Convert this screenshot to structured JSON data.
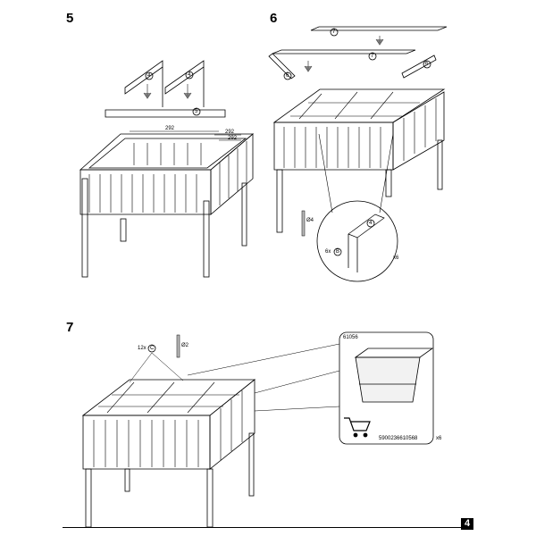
{
  "steps": {
    "s5": "5",
    "s6": "6",
    "s7": "7"
  },
  "step5": {
    "part_d_left": "4",
    "part_d_right": "4",
    "part_e": "5",
    "dim_a": "292",
    "dim_b": "292",
    "dim_c": "292"
  },
  "step6": {
    "part_top": "7",
    "part_mid": "7",
    "part_left": "6",
    "part_right": "6",
    "detail_part": "4",
    "screw_qty": "6x",
    "screw_ref": "B",
    "screw_size": "Ø4",
    "multiplier": "x6"
  },
  "step7": {
    "screw_qty": "12x",
    "screw_ref": "C",
    "screw_size": "Ø2",
    "product_code": "61056",
    "barcode": "5900236610568",
    "multiplier": "x6"
  },
  "page_number": "4"
}
